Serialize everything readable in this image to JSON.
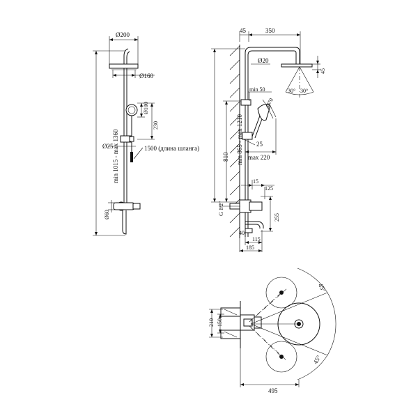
{
  "front_view": {
    "d_head": "Ø200",
    "d_head_inner": "Ø160",
    "d_hand": "Ø100",
    "hand_len": "230",
    "d_holder": "Ø25",
    "hose": "1500 (длина шланга)",
    "height_range": "min 1015 - max 1360",
    "d_handle": "Ø60"
  },
  "side_view": {
    "top_offset": "45",
    "arm_len": "350",
    "arm_d": "Ø20",
    "head_h": "45",
    "angle_l": "30°",
    "angle_r": "30°",
    "min50": "min 50",
    "d70": "Ø70",
    "d25": "25",
    "max220": "max 220",
    "height_range": "min 865 - max 1210",
    "h810": "810",
    "d15": "15",
    "d125": "125",
    "g_thread": "G 1/2\"",
    "h255": "255",
    "d40": "40",
    "d115": "115",
    "d185": "185"
  },
  "top_view": {
    "angle_top": "45°",
    "angle_bottom": "45°",
    "w210": "210",
    "w150": "150",
    "w495": "495"
  }
}
